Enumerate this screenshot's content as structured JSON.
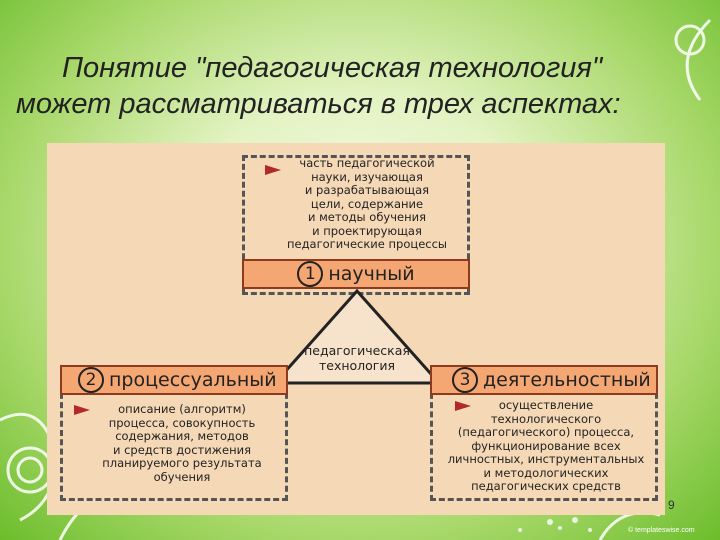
{
  "slide": {
    "title_line1": "Понятие \"педагогическая технология\"",
    "title_line2": "может рассматриваться в трех аспектах:",
    "page_number": "9",
    "watermark": "© templateswise.com"
  },
  "diagram": {
    "center": "педагогическая\nтехнология",
    "aspects": [
      {
        "number": "1",
        "label": "научный",
        "description": "часть педагогической\nнауки, изучающая\nи разрабатывающая\nцели, содержание\nи методы обучения\nи проектирующая\nпедагогические процессы"
      },
      {
        "number": "2",
        "label": "процессуальный",
        "description": "описание (алгоритм)\nпроцесса, совокупность\nсодержания, методов\nи средств достижения\nпланируемого результата\nобучения"
      },
      {
        "number": "3",
        "label": "деятельностный",
        "description": "осуществление\nтехнологического\n(педагогического) процесса,\nфункционирование всех\nличностных, инструментальных\nи методологических\nпедагогических средств"
      }
    ]
  }
}
